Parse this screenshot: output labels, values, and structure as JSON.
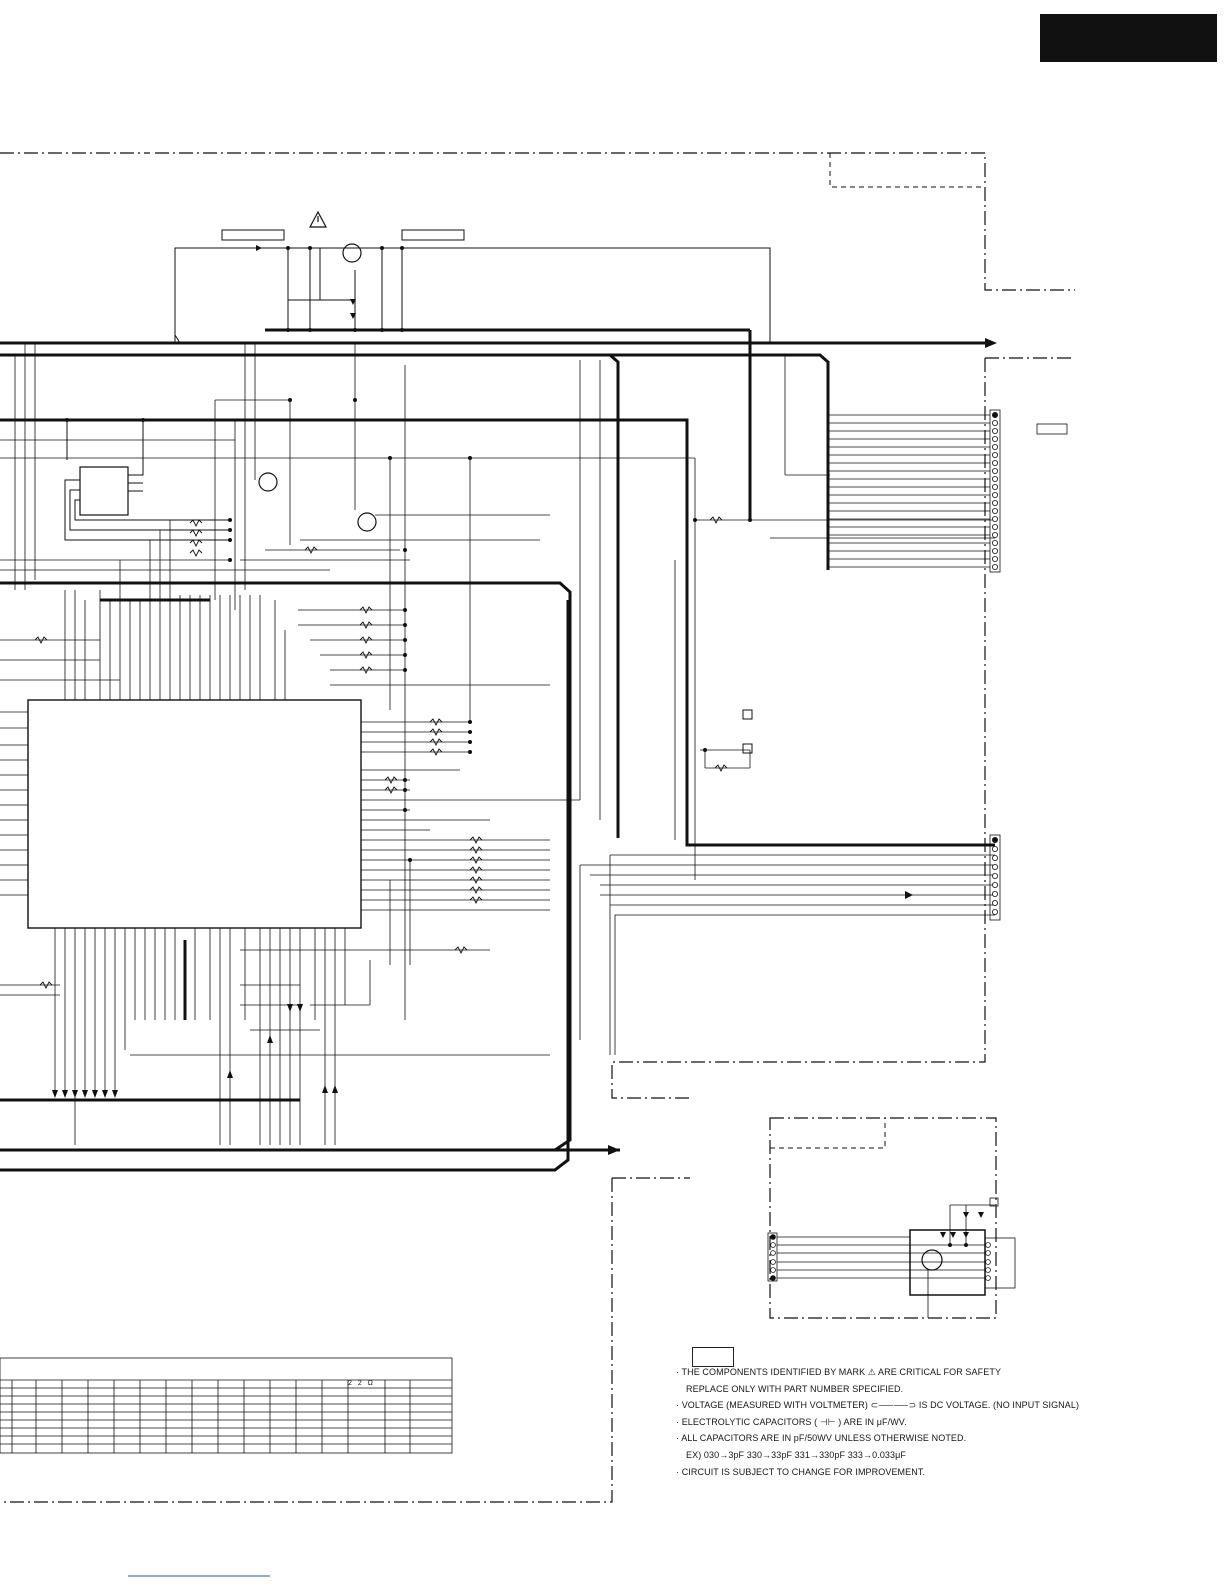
{
  "notes": {
    "line1": "· THE  COMPONENTS IDENTIFIED  BY  MARK  ⚠ ARE CRITICAL FOR  SAFETY",
    "line2": "REPLACE  ONLY  WITH   PART  NUMBER  SPECIFIED.",
    "line3": "· VOLTAGE  (MEASURED WITH VOLTMETER)  ⊂⸺⸺⊃  IS   DC VOLTAGE.   (NO INPUT SIGNAL)",
    "line4": "· ELECTROLYTIC CAPACITORS (  ⊣⊢  )   ARE IN  μF/WV.",
    "line5": "·  ALL CAPACITORS ARE IN pF/50WV UNLESS   OTHERWISE NOTED.",
    "line6": "EX) 030→3pF 330→33pF 331→330pF 333→0.033μF",
    "line7": "· CIRCUIT IS SUBJECT TO CHANGE FOR  IMPROVEMENT."
  },
  "table": {
    "cell_label": "2 2 Ω"
  },
  "colors": {
    "ink": "#111111",
    "background": "#ffffff"
  },
  "icons": [
    "warning-icon",
    "transistor-icon",
    "connector-pin-icon",
    "arrow-icon"
  ]
}
